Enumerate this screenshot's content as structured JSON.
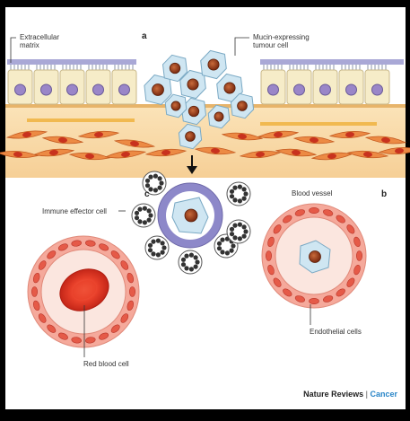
{
  "labels": {
    "extracellular_matrix_line1": "Extracellular",
    "extracellular_matrix_line2": "matrix",
    "mucin_line1": "Mucin-expressing",
    "mucin_line2": "tumour cell",
    "immune_effector_cell": "Immune effector cell",
    "blood_vessel": "Blood vessel",
    "endothelial_cells": "Endothelial cells",
    "red_blood_cell": "Red blood cell"
  },
  "panels": {
    "a": "a",
    "b": "b",
    "c": "c"
  },
  "credit": {
    "journal": "Nature Reviews",
    "separator": "|",
    "section": "Cancer"
  },
  "colors": {
    "frame": "#000000",
    "background": "#ffffff",
    "epithelial_fill": "#f6ecc8",
    "epithelial_nucleus": "#9a86c8",
    "stroma_band": "#f4c38a",
    "fibroblast": "#e8772e",
    "tumour_cell": "#cfe6f2",
    "tumour_nucleus": "#9a3e1a",
    "immune_ring": "#8a86c8",
    "immune_cell": "#3a3a3a",
    "vessel_wall": "#f4a89a",
    "endothelial_nucleus": "#e05a4a",
    "red_blood_cell": "#e03a2a",
    "credit_accent": "#2a86c8"
  }
}
